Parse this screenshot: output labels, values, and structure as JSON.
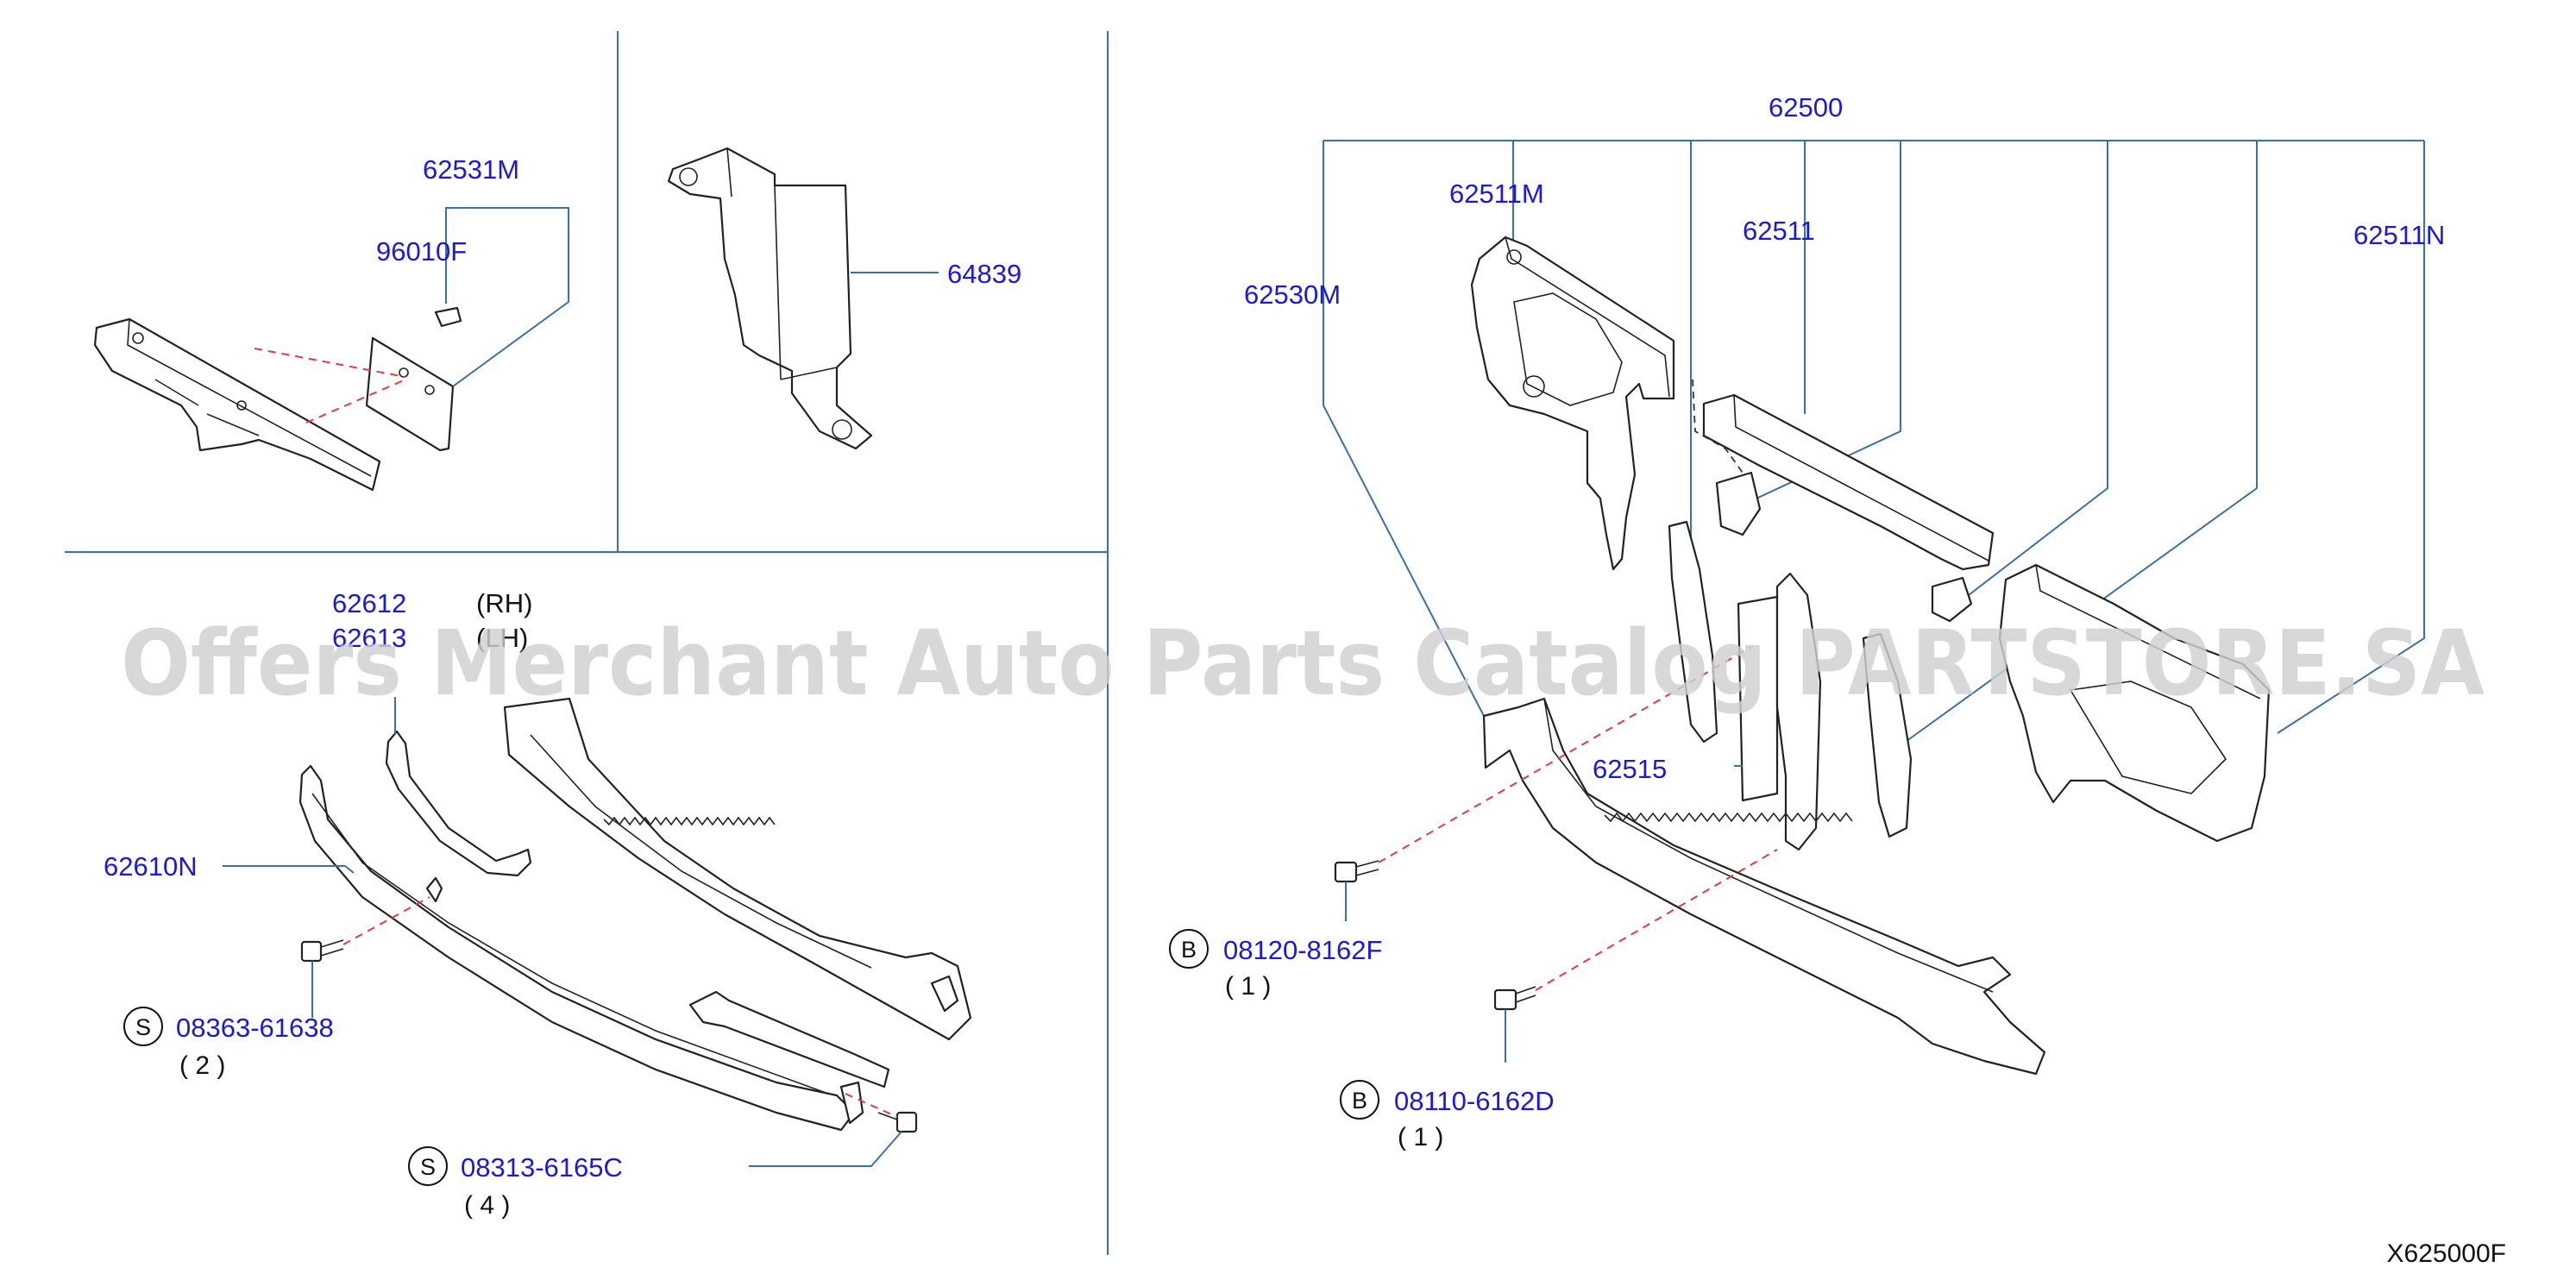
{
  "labels": {
    "p62531M": "62531M",
    "p96010F": "96010F",
    "p64839": "64839",
    "p62612": "62612",
    "rh": "(RH)",
    "p62613": "62613",
    "lh": "(LH)",
    "p62610N": "62610N",
    "s1": "S",
    "p08363": "08363-61638",
    "q2": "( 2 )",
    "s2": "S",
    "p08313": "08313-6165C",
    "q4": "( 4 )",
    "p62500": "62500",
    "p62511M": "62511M",
    "p62511": "62511",
    "p62511N": "62511N",
    "p62530M": "62530M",
    "p62515": "62515",
    "b1": "B",
    "p08120": "08120-8162F",
    "q1a": "( 1 )",
    "b2": "B",
    "p08110": "08110-6162D",
    "q1b": "( 1 )",
    "diagram_ref": "X625000F"
  },
  "watermark": "Offers Merchant Auto Parts Catalog PARTSTORE.SA",
  "colors": {
    "part_number": "#1a1ad6",
    "leader_line": "#3a6fa8",
    "dashed_guide": "#e23b3b",
    "watermark": "#cfcfcf"
  }
}
